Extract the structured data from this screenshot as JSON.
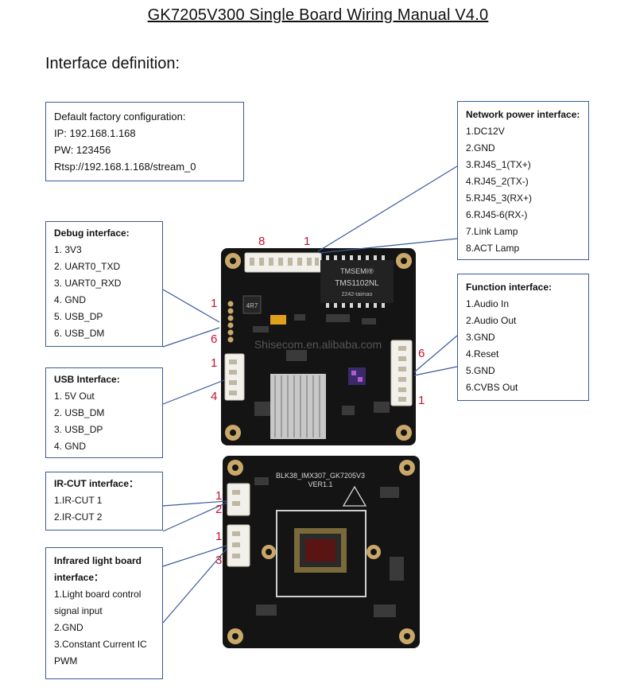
{
  "title": "GK7205V300 Single Board Wiring Manual V4.0",
  "subtitle": "Interface definition:",
  "default_config": {
    "heading": "Default factory configuration:",
    "lines": [
      "IP: 192.168.1.168",
      "PW: 123456",
      "Rtsp://192.168.1.168/stream_0"
    ]
  },
  "debug": {
    "heading": "Debug interface:",
    "items": [
      "1. 3V3",
      "2. UART0_TXD",
      "3. UART0_RXD",
      "4. GND",
      "5. USB_DP",
      "6. USB_DM"
    ]
  },
  "usb": {
    "heading": "USB Interface:",
    "items": [
      "1. 5V Out",
      "2. USB_DM",
      "3. USB_DP",
      "4. GND"
    ]
  },
  "ircut": {
    "heading": "IR-CUT interface：",
    "items": [
      "1.IR-CUT 1",
      "2.IR-CUT 2"
    ]
  },
  "infrared": {
    "heading_1": "Infrared    light    board",
    "heading_2": "interface：",
    "items": [
      "1.Light   board   control",
      "signal input",
      "2.GND",
      "3.Constant   Current   IC",
      "PWM"
    ]
  },
  "network": {
    "heading": "Network power interface:",
    "items": [
      "1.DC12V",
      "2.GND",
      "3.RJ45_1(TX+)",
      "4.RJ45_2(TX-)",
      "5.RJ45_3(RX+)",
      "6.RJ45-6(RX-)",
      "7.Link Lamp",
      "8.ACT Lamp"
    ]
  },
  "function": {
    "heading": "Function interface:",
    "items": [
      "1.Audio In",
      "2.Audio Out",
      "3.GND",
      "4.Reset",
      "5.GND",
      "6.CVBS Out"
    ]
  },
  "pin_labels": {
    "net_left": "8",
    "net_right": "1",
    "debug_top": "1",
    "debug_bottom": "6",
    "usb_top": "1",
    "usb_bottom": "4",
    "func_top": "6",
    "func_bottom": "1",
    "ir_1": "1",
    "ir_2": "2",
    "inf_1": "1",
    "inf_3": "3"
  },
  "board_text": {
    "chip_brand": "TMSEMI®",
    "chip_model": "TMS1102NL",
    "chip_code": "2242-taimao",
    "inductor": "4R7",
    "silk_model": "BLK38_IMX307_GK7205V3",
    "silk_ver": "VER1.1",
    "watermark": "Shisecom.en.alibaba.com"
  },
  "colors": {
    "box_border": "#3a5a9a",
    "pin_label": "#c8102e",
    "pcb": "#141414",
    "gold": "#c9a86a"
  }
}
